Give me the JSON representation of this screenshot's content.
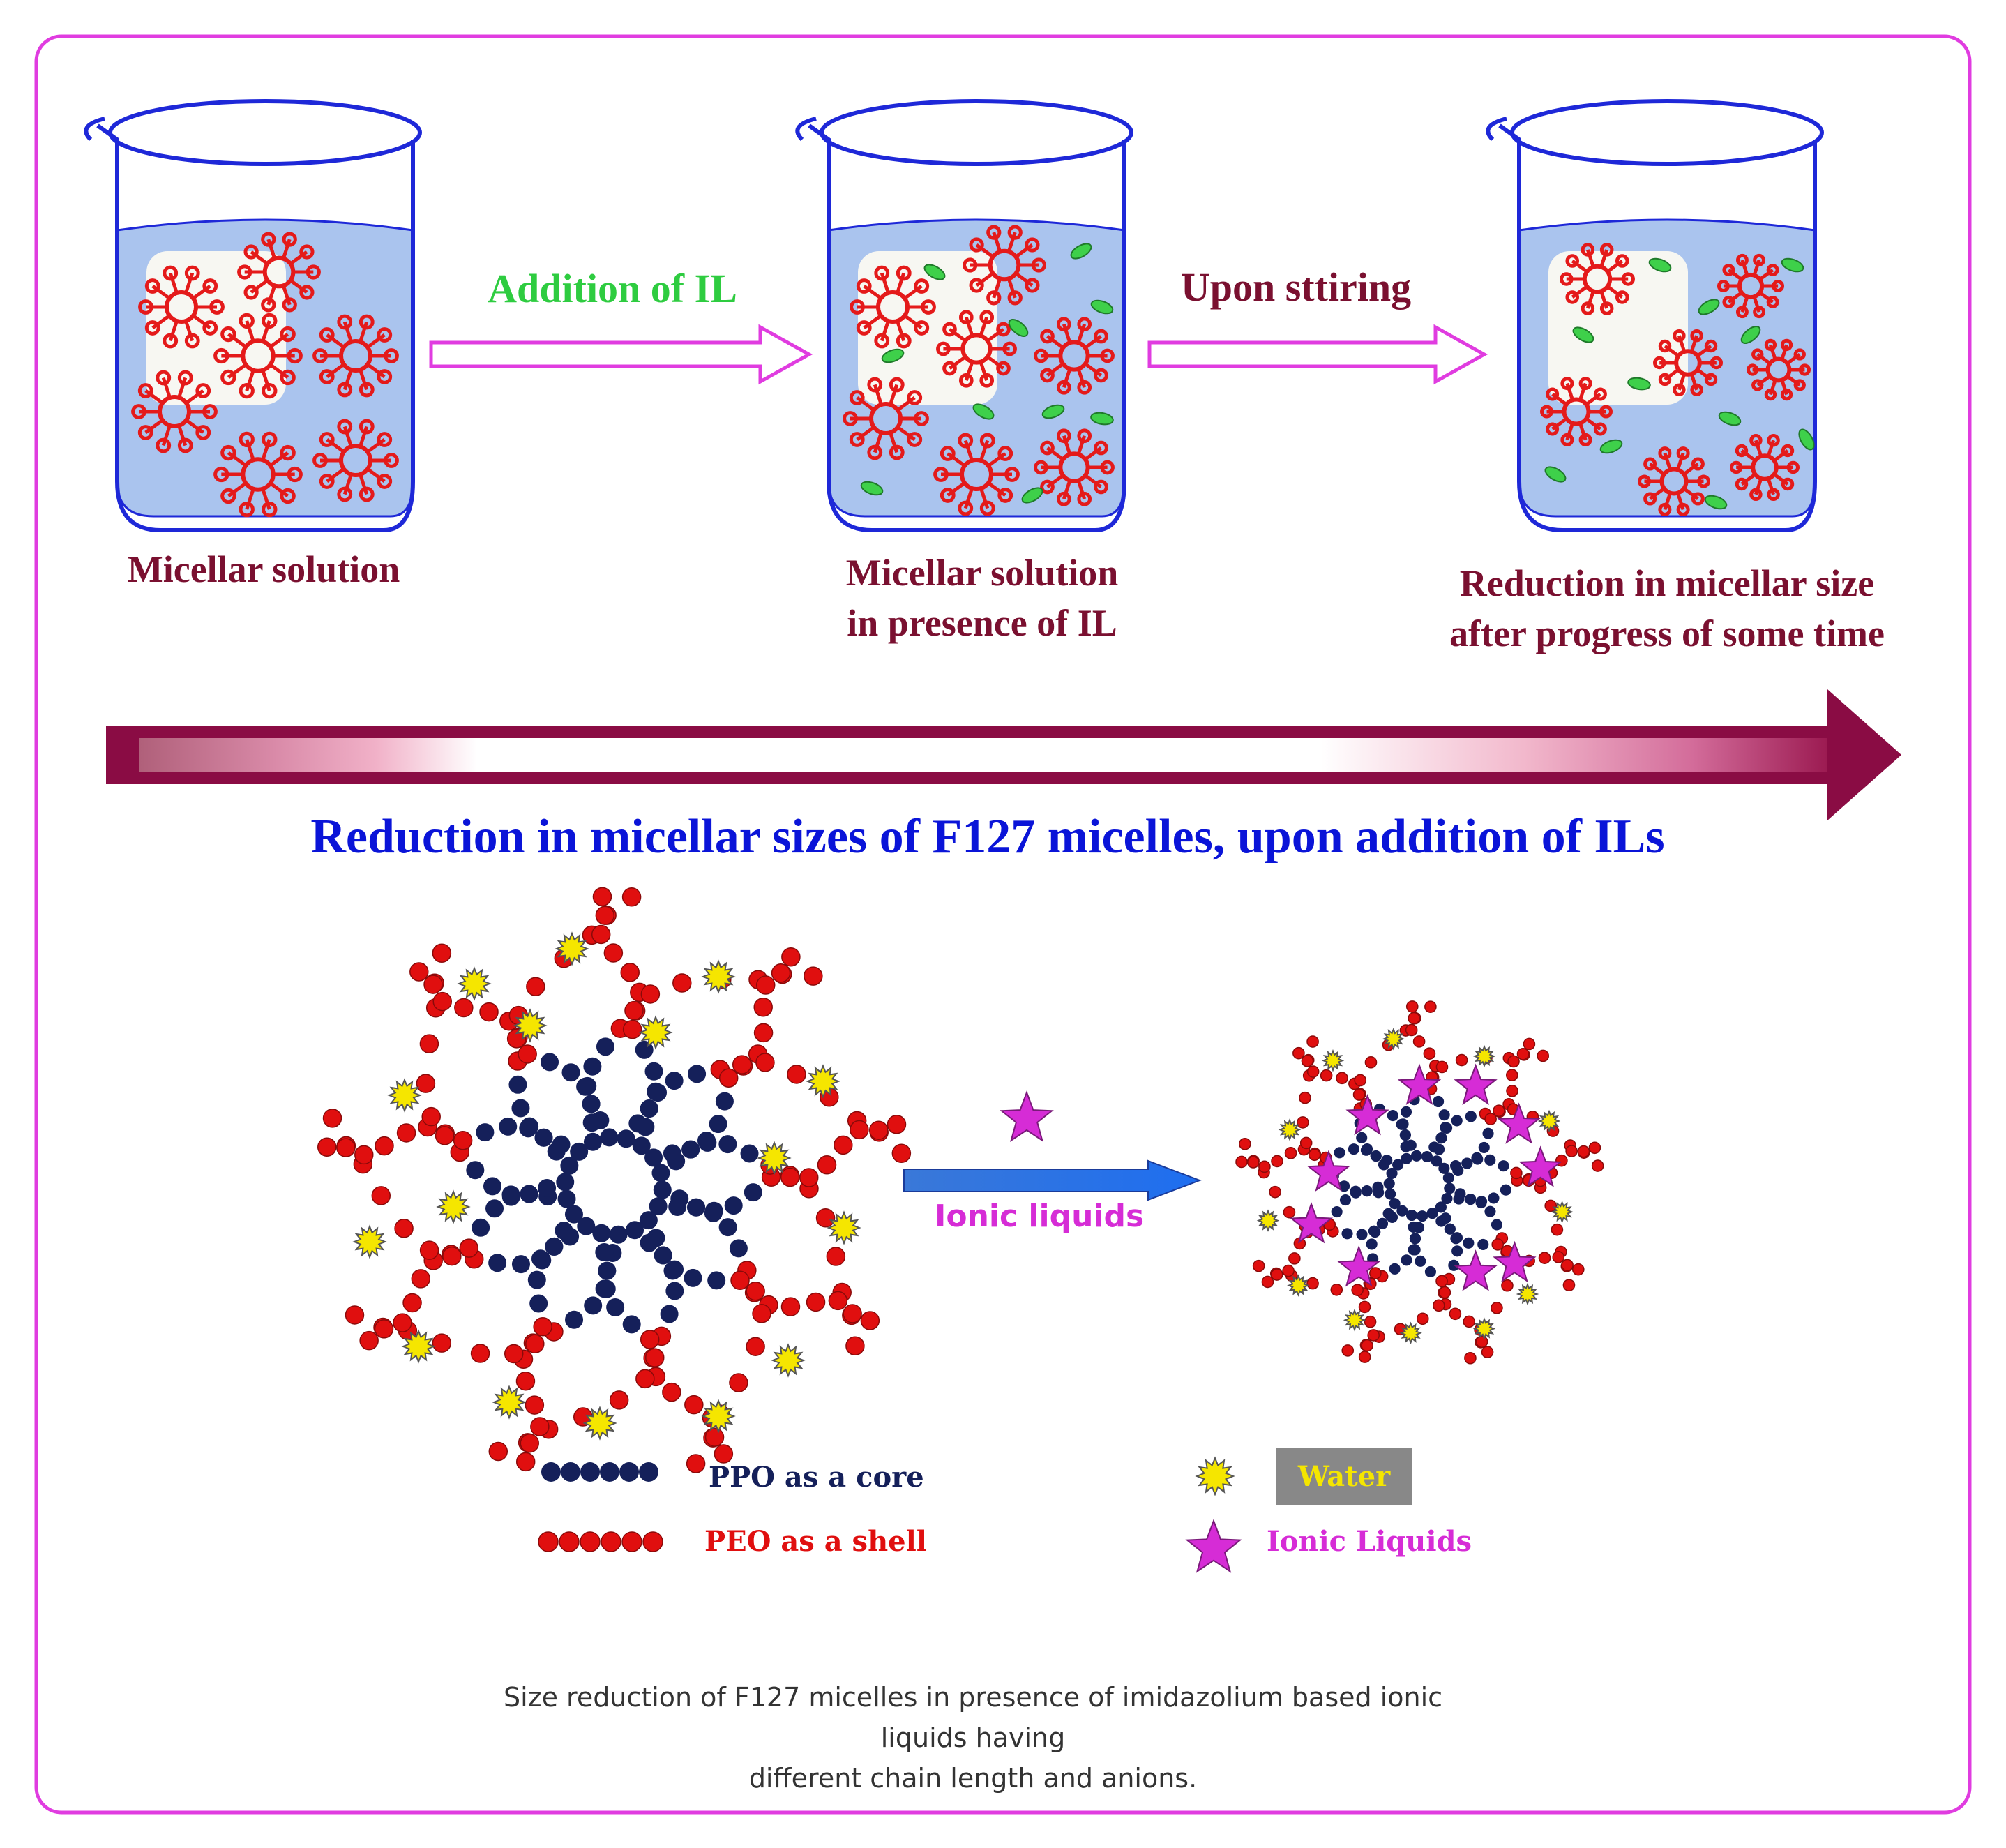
{
  "colors": {
    "border": "#e03ce0",
    "beaker_outline": "#1e28d8",
    "solution": "#aac4ee",
    "micelle_red": "#e41a1a",
    "il_green": "#3ed04a",
    "ppo_navy": "#15205a",
    "peo_red": "#e00f0f",
    "water_yellow": "#f5e600",
    "il_magenta": "#d62cd6",
    "timeline_arrow": "#8a0c44"
  },
  "stages": [
    {
      "caption_lines": [
        "Micellar solution"
      ]
    },
    {
      "caption_lines": [
        "Micellar solution",
        "in presence of IL"
      ]
    },
    {
      "caption_lines": [
        "Reduction in micellar size",
        "after progress of some time"
      ]
    }
  ],
  "steps": [
    {
      "label": "Addition of IL"
    },
    {
      "label": "Upon sttiring"
    }
  ],
  "headline": "Reduction in micellar sizes of F127 micelles, upon addition of ILs",
  "reaction_label": "Ionic liquids",
  "legend": {
    "ppo": "PPO as a core",
    "peo": "PEO as a shell",
    "water": "Water",
    "il": "Ionic Liquids"
  },
  "caption": [
    "Size reduction of F127 micelles in presence of imidazolium based ionic liquids having",
    "different chain length and anions."
  ]
}
